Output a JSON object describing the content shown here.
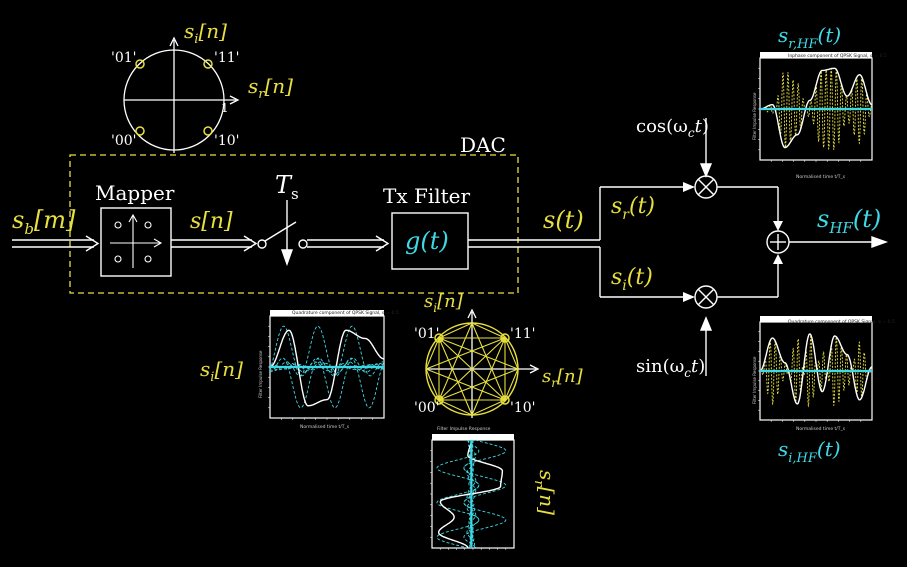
{
  "labels": {
    "sb_base": "s",
    "sb_sub": "b",
    "sb_arg": "[m]",
    "mapper": "Mapper",
    "sn_mid": "s[n]",
    "ts_base": "T",
    "ts_sub": "s",
    "tx_filter": "Tx Filter",
    "gt": "g(t)",
    "st": "s(t)",
    "dac": "DAC",
    "sr_t": "s_r(t)",
    "si_t": "s_i(t)",
    "cos": "cos(ω_c t)",
    "sin": "sin(ω_c t)",
    "shf": "s_HF(t)",
    "srhf": "s_r,HF(t)",
    "sihf": "s_i,HF(t)",
    "si_n_left": "s_i[n]",
    "sr_n_rot": "s_r[n]",
    "times": "⊗",
    "plus": "+"
  },
  "constellation_top": {
    "axis_i": "s_i[n]",
    "axis_r": "s_r[n]",
    "points": [
      "'01'",
      "'11'",
      "'00'",
      "'10'"
    ],
    "tick": "1"
  },
  "constellation_bottom": {
    "axis_i": "s_i[n]",
    "axis_r": "s_r[n]",
    "points": [
      "'01'",
      "'11'",
      "'00'",
      "'10'"
    ]
  },
  "plots": {
    "top_right_title": "Inphase component of QPSK Signal, α = 0.5",
    "top_right_xlabel": "Normalised time t/T_s",
    "top_right_ylabel": "Filter Impulse Response",
    "bottom_right_title": "Quadrature component of QPSK Signal, α = 0.5",
    "bottom_right_xlabel": "Normalised time t/T_s",
    "bottom_right_ylabel": "Filter Impulse Response",
    "left_title": "Quadrature component of QPSK Signal, α = 0.5",
    "left_xlabel": "Normalised time t/T_s",
    "left_ylabel": "Filter Impulse Response",
    "rot_title": "Filter Impulse Response"
  },
  "colors": {
    "yellow": "#e8e040",
    "cyan": "#3fd9e6",
    "white": "#ffffff",
    "background": "#000000"
  }
}
